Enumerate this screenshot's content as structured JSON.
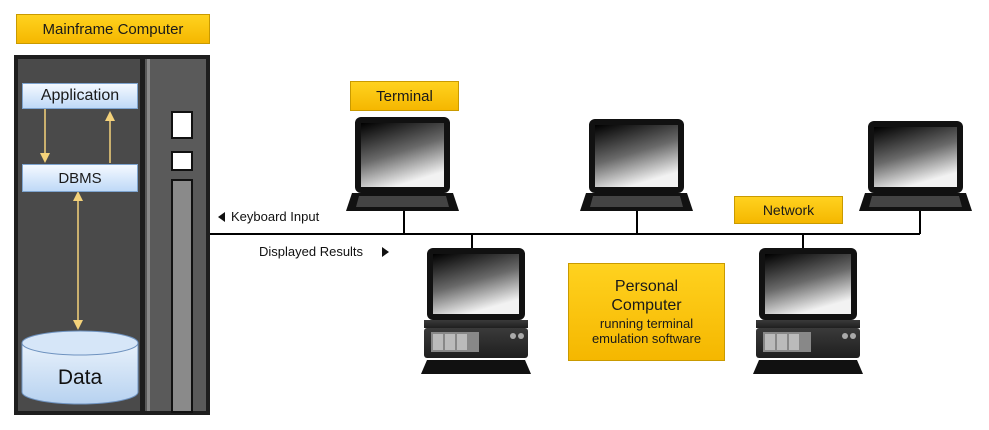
{
  "labels": {
    "mainframe": "Mainframe Computer",
    "terminal": "Terminal",
    "network": "Network",
    "application": "Application",
    "dbms": "DBMS",
    "data": "Data",
    "keyboard_input": "Keyboard Input",
    "displayed_results": "Displayed Results",
    "pc_line1": "Personal",
    "pc_line2": "Computer",
    "pc_line3": "running terminal",
    "pc_line4": "emulation software"
  },
  "colors": {
    "label_fill": "#ffc000",
    "node_fill": "#dcebfb",
    "mainframe_body": "#4a4a4a",
    "arrow": "#f4d27a"
  },
  "icons": {
    "keyboard_arrow": "triangle-left-icon",
    "results_arrow": "triangle-right-icon",
    "terminal": "monitor-icon",
    "pc": "desktop-pc-icon",
    "database": "cylinder-icon"
  }
}
